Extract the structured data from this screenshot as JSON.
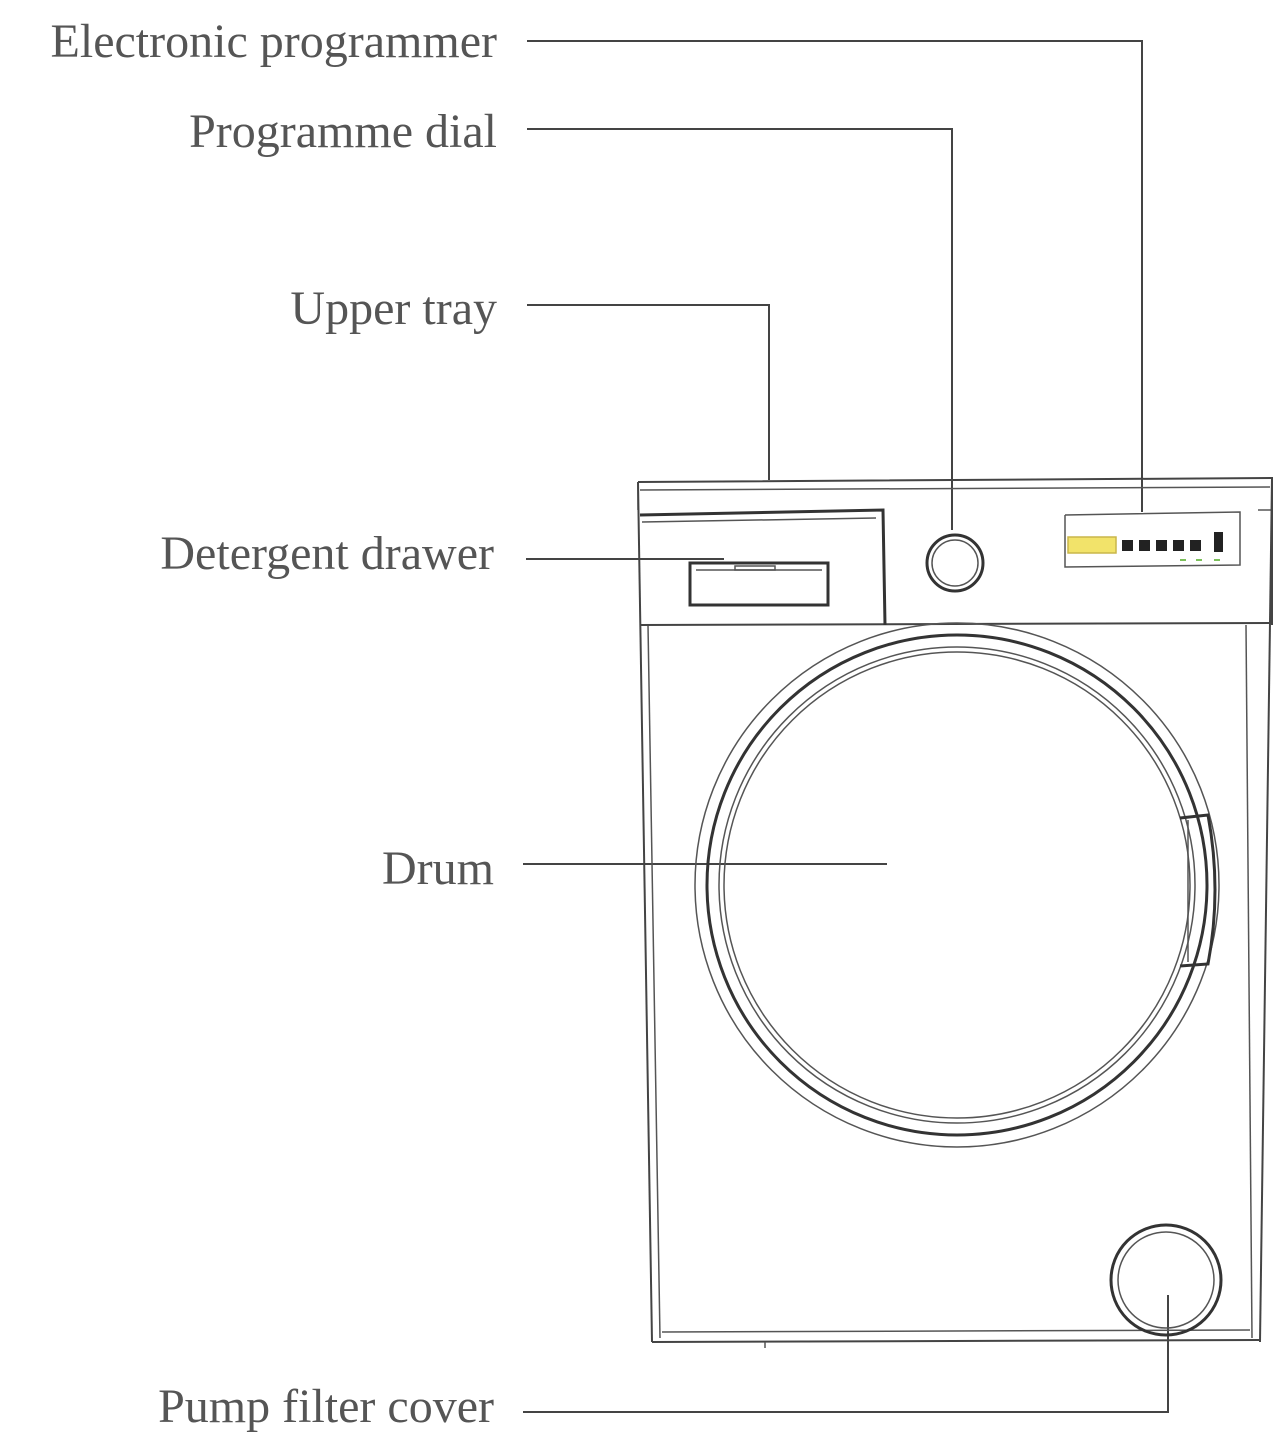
{
  "labels": {
    "electronic_programmer": "Electronic programmer",
    "programme_dial": "Programme dial",
    "upper_tray": "Upper tray",
    "detergent_drawer": "Detergent drawer",
    "drum": "Drum",
    "pump_filter_cover": "Pump filter cover"
  },
  "colors": {
    "label_text": "#555555",
    "line": "#444444",
    "display_yellow": "#f2e36a"
  }
}
